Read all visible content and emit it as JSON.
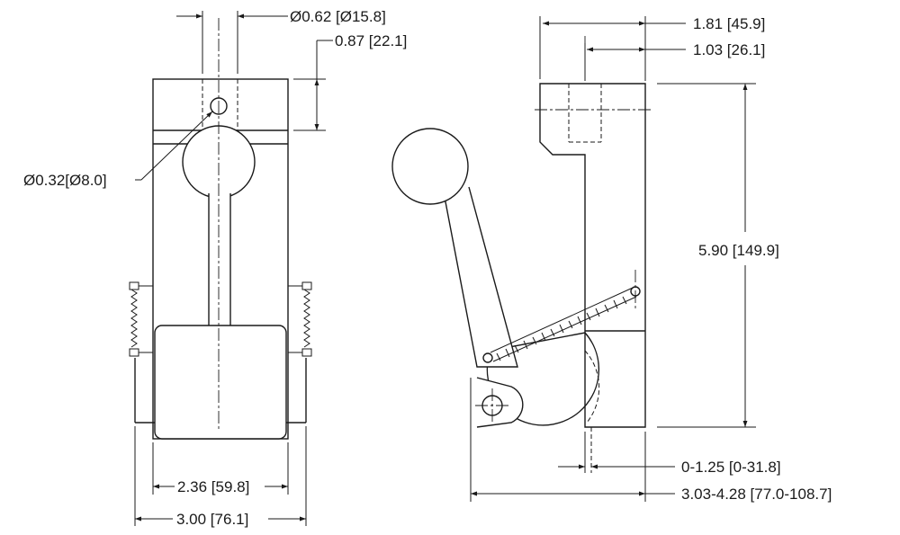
{
  "dimensions": {
    "pin_hole_large": "Ø0.62 [Ø15.8]",
    "pin_offset": "0.87 [22.1]",
    "pin_hole_small": "Ø0.32[Ø8.0]",
    "body_inner_width": "2.36 [59.8]",
    "body_outer_width": "3.00 [76.1]",
    "side_total_depth": "1.81 [45.9]",
    "side_top_depth": "1.03 [26.1]",
    "total_height": "5.90 [149.9]",
    "adjust_range": "0-1.25 [0-31.8]",
    "overall_length": "3.03-4.28 [77.0-108.7]"
  }
}
